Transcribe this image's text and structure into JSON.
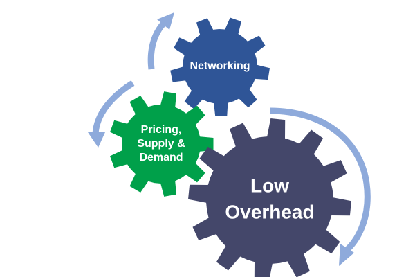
{
  "diagram": {
    "gears": [
      {
        "id": "networking",
        "lines": [
          "Networking"
        ],
        "color": "#2f5597"
      },
      {
        "id": "pricing",
        "lines": [
          "Pricing,",
          "Supply &",
          "Demand"
        ],
        "color": "#00a04a"
      },
      {
        "id": "overhead",
        "lines": [
          "Low",
          "Overhead"
        ],
        "color": "#44476a"
      }
    ],
    "arrow_color": "#8eaadb"
  }
}
